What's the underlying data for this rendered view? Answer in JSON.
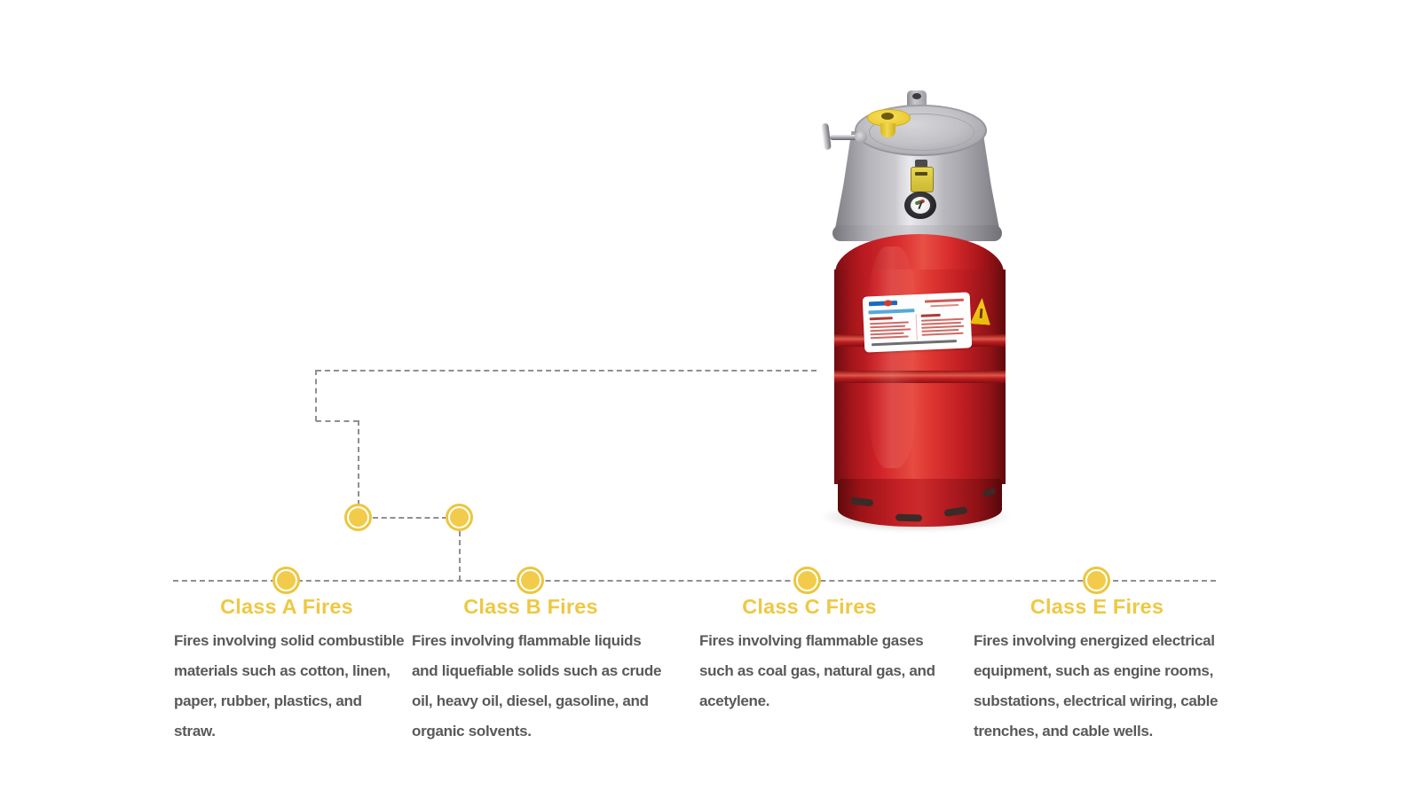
{
  "page": {
    "background": "#ffffff"
  },
  "diagram": {
    "connector_color": "#8f8f8f",
    "node_fill": "#f2cb4a",
    "node_ring": "#ecc63e",
    "title_color": "#eec843",
    "body_text_color": "#58595b"
  },
  "extinguisher": {
    "description": "red cylinder fire extinguisher with gray valve cap, yellow actuator, pressure gauge, white product label and yellow warning triangle",
    "body_color": "#d6242a",
    "cap_color": "#c2c2c6",
    "valve_yellow": "#eccb33",
    "label_bg": "#fdfdfd",
    "warning_yellow": "#f6ce18"
  },
  "fire_classes": [
    {
      "title": "Class A Fires",
      "lines": [
        "Fires involving solid combustible",
        "materials such as cotton, linen,",
        "paper, rubber, plastics, and",
        "straw."
      ]
    },
    {
      "title": "Class B Fires",
      "lines": [
        "Fires involving flammable liquids",
        "and liquefiable solids such as crude",
        "oil, heavy oil, diesel, gasoline, and",
        "organic solvents."
      ]
    },
    {
      "title": "Class C Fires",
      "lines": [
        "Fires involving flammable gases",
        "such as coal gas, natural gas, and",
        "acetylene."
      ]
    },
    {
      "title": "Class E Fires",
      "lines": [
        "Fires involving energized electrical",
        "equipment, such as engine rooms,",
        "substations, electrical wiring, cable",
        "trenches, and cable wells."
      ]
    }
  ]
}
